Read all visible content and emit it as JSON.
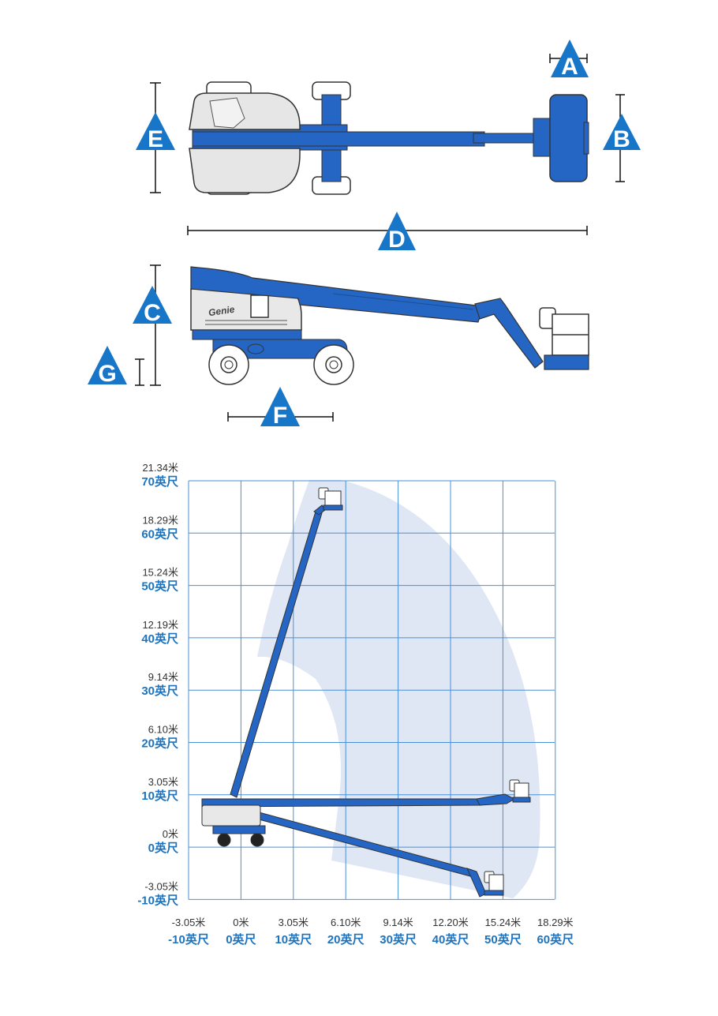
{
  "dimension_labels": {
    "A": "A",
    "B": "B",
    "C": "C",
    "D": "D",
    "E": "E",
    "F": "F",
    "G": "G"
  },
  "top_view": {
    "brand_text": ""
  },
  "side_view": {
    "brand_text": "Genie"
  },
  "colors": {
    "machine_blue": "#2566c4",
    "dimension_marker": "#1876c8",
    "grid_line": "#4a90d9",
    "envelope": "#dfe6f4",
    "feet_label": "#1e73be",
    "body_gray": "#e8e8e8"
  },
  "chart_data": {
    "type": "working_range_diagram",
    "y_axis": {
      "meters": [
        "21.34米",
        "18.29米",
        "15.24米",
        "12.19米",
        "9.14米",
        "6.10米",
        "3.05米",
        "0米",
        "-3.05米"
      ],
      "feet": [
        "70英尺",
        "60英尺",
        "50英尺",
        "40英尺",
        "30英尺",
        "20英尺",
        "10英尺",
        "0英尺",
        "-10英尺"
      ],
      "values_ft": [
        70,
        60,
        50,
        40,
        30,
        20,
        10,
        0,
        -10
      ]
    },
    "x_axis": {
      "meters": [
        "-3.05米",
        "0米",
        "3.05米",
        "6.10米",
        "9.14米",
        "12.20米",
        "15.24米",
        "18.29米"
      ],
      "feet": [
        "-10英尺",
        "0英尺",
        "10英尺",
        "20英尺",
        "30英尺",
        "40英尺",
        "50英尺",
        "60英尺"
      ],
      "values_ft": [
        -10,
        0,
        10,
        20,
        30,
        40,
        50,
        60
      ]
    },
    "boom_positions": [
      {
        "name": "max_height",
        "platform_ft": [
          18,
          66
        ]
      },
      {
        "name": "max_outreach",
        "platform_ft": [
          53,
          10
        ]
      },
      {
        "name": "below_grade",
        "platform_ft": [
          48,
          -8
        ]
      }
    ],
    "grid": true
  }
}
